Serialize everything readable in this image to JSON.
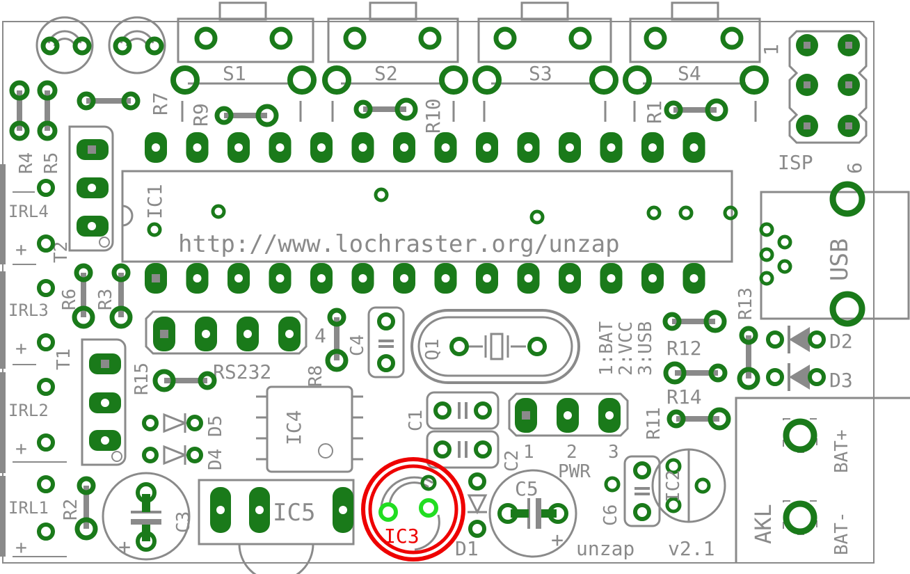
{
  "colors": {
    "silk": "#8a8a8a",
    "copper": "#1a7a1a",
    "drill": "#ffffff",
    "highlight": "#ee0000",
    "highlight_pad": "#22dd22"
  },
  "labels": {
    "s1": "S1",
    "s2": "S2",
    "s3": "S3",
    "s4": "S4",
    "isp": "ISP",
    "isp_pin1": "1",
    "isp_pin6": "6",
    "usb": "USB",
    "ic1": "IC1",
    "ic2": "IC2",
    "ic3": "IC3",
    "ic4": "IC4",
    "ic5": "IC5",
    "url": "http://www.lochraster.org/unzap",
    "rs232": "RS232",
    "q1": "Q1",
    "pwr": "PWR",
    "pwr_1": "1",
    "pwr_2": "2",
    "pwr_3": "3",
    "pwr_legend_1": "1:BAT",
    "pwr_legend_2": "2:VCC",
    "pwr_legend_3": "3:USB",
    "r1": "R1",
    "r2": "R2",
    "r3": "R3",
    "r4": "R4",
    "r5": "R5",
    "r6": "R6",
    "r7": "R7",
    "r8": "R8",
    "r9": "R9",
    "r10": "R10",
    "r11": "R11",
    "r12": "R12",
    "r13": "R13",
    "r14": "R14",
    "r15": "R15",
    "c1": "C1",
    "c2": "C2",
    "c3": "C3",
    "c4": "C4",
    "c5": "C5",
    "c6": "C6",
    "d1": "D1",
    "d2": "D2",
    "d3": "D3",
    "d4": "D4",
    "d5": "D5",
    "t1": "T1",
    "t2": "T2",
    "irl1": "IRL1",
    "irl2": "IRL2",
    "irl3": "IRL3",
    "irl4": "IRL4",
    "plus": "+",
    "akl": "AKL",
    "bat_plus": "BAT+",
    "bat_minus": "BAT-",
    "pin4": "4",
    "board_name": "unzap",
    "board_version": "v2.1"
  },
  "highlighted_component": "IC3"
}
